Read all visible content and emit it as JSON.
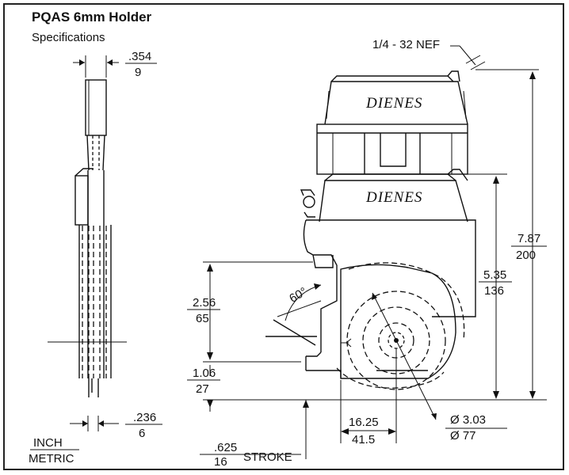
{
  "title": "PQAS 6mm Holder",
  "subtitle": "Specifications",
  "brand_labels": [
    "DIENES",
    "DIENES"
  ],
  "thread": "1/4 - 32 NEF",
  "angle": "60°",
  "stroke_label": "STROKE",
  "dims": {
    "top_width": {
      "inch": ".354",
      "metric": "9"
    },
    "bottom_width": {
      "inch": ".236",
      "metric": "6"
    },
    "height_total": {
      "inch": "7.87",
      "metric": "200"
    },
    "height_body": {
      "inch": "5.35",
      "metric": "136"
    },
    "height_knife": {
      "inch": "2.56",
      "metric": "65"
    },
    "height_base": {
      "inch": "1.06",
      "metric": "27"
    },
    "offset": {
      "inch": "16.25",
      "metric": "41.5"
    },
    "blade_dia": {
      "inch": "Ø 3.03",
      "metric": "Ø 77"
    },
    "stroke": {
      "inch": ".625",
      "metric": "16"
    }
  },
  "legend": {
    "inch": "INCH",
    "metric": "METRIC"
  }
}
